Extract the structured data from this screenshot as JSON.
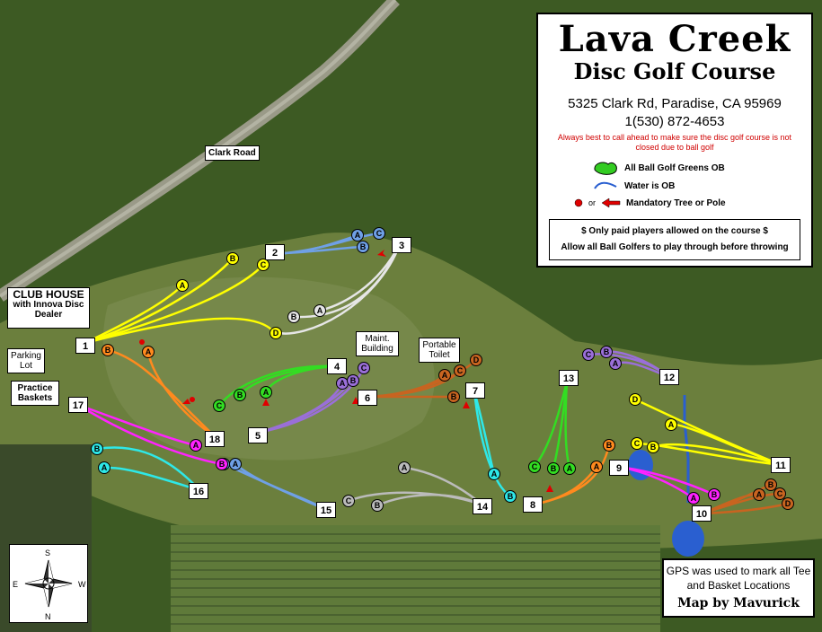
{
  "title": {
    "name": "Lava Creek",
    "subtitle": "Disc Golf Course",
    "address": "5325 Clark Rd, Paradise, CA 95969",
    "phone": "1(530) 872-4653",
    "note": "Always best to call ahead to make sure the disc golf course is not closed due to ball golf"
  },
  "legend": {
    "greens": "All Ball Golf Greens OB",
    "water": "Water is OB",
    "or_text": "or",
    "mandatory": "Mandatory Tree or Pole",
    "rule1": "$ Only paid players allowed on the course $",
    "rule2": "Allow all Ball Golfers to play through before throwing"
  },
  "labels": {
    "road": "Clark Road",
    "clubhouse": "CLUB HOUSE",
    "clubhouse_sub": "with Innova Disc Dealer",
    "parking": "Parking Lot",
    "practice": "Practice Baskets",
    "maint": "Maint. Building",
    "toilet": "Portable Toilet"
  },
  "footer": {
    "gps": "GPS was used to mark all Tee and Basket Locations",
    "credit": "Map by Mavurick"
  },
  "compass": {
    "n": "N",
    "s": "S",
    "e": "E",
    "w": "W"
  },
  "colors": {
    "yellow": "#ffff00",
    "blue": "#6fa0e6",
    "white": "#e6e6e6",
    "green": "#33dd22",
    "purple": "#9a6fd8",
    "orange": "#ff8a1e",
    "brown": "#c86420",
    "cyan": "#2ee8e8",
    "magenta": "#ff22ff",
    "grey": "#bbbbbb",
    "mandatory": "#e00000"
  },
  "tees": [
    "1",
    "2",
    "3",
    "4",
    "5",
    "6",
    "7",
    "8",
    "9",
    "10",
    "11",
    "12",
    "13",
    "14",
    "15",
    "16",
    "17",
    "18"
  ],
  "baskets": {
    "h1": [
      "A",
      "B",
      "C",
      "D"
    ],
    "h2": [
      "A",
      "B",
      "C"
    ],
    "h3": [
      "A",
      "B"
    ],
    "h4": [
      "A",
      "B",
      "C"
    ],
    "h5": [
      "A",
      "B",
      "C"
    ],
    "h6": [
      "A",
      "B",
      "C",
      "D"
    ],
    "h7": [
      "A",
      "B"
    ],
    "h8": [
      "A",
      "B"
    ],
    "h9": [
      "A",
      "B"
    ],
    "h10": [
      "A",
      "B",
      "C",
      "D"
    ],
    "h11": [
      "A",
      "B",
      "C",
      "D"
    ],
    "h12": [
      "A",
      "B",
      "C"
    ],
    "h13": [
      "A",
      "B",
      "C"
    ],
    "h14": [
      "A",
      "B"
    ],
    "h15": [
      "A",
      "B",
      "C"
    ],
    "h16": [
      "A",
      "B"
    ],
    "h17": [
      "A",
      "B"
    ],
    "h18": [
      "A",
      "B"
    ]
  }
}
